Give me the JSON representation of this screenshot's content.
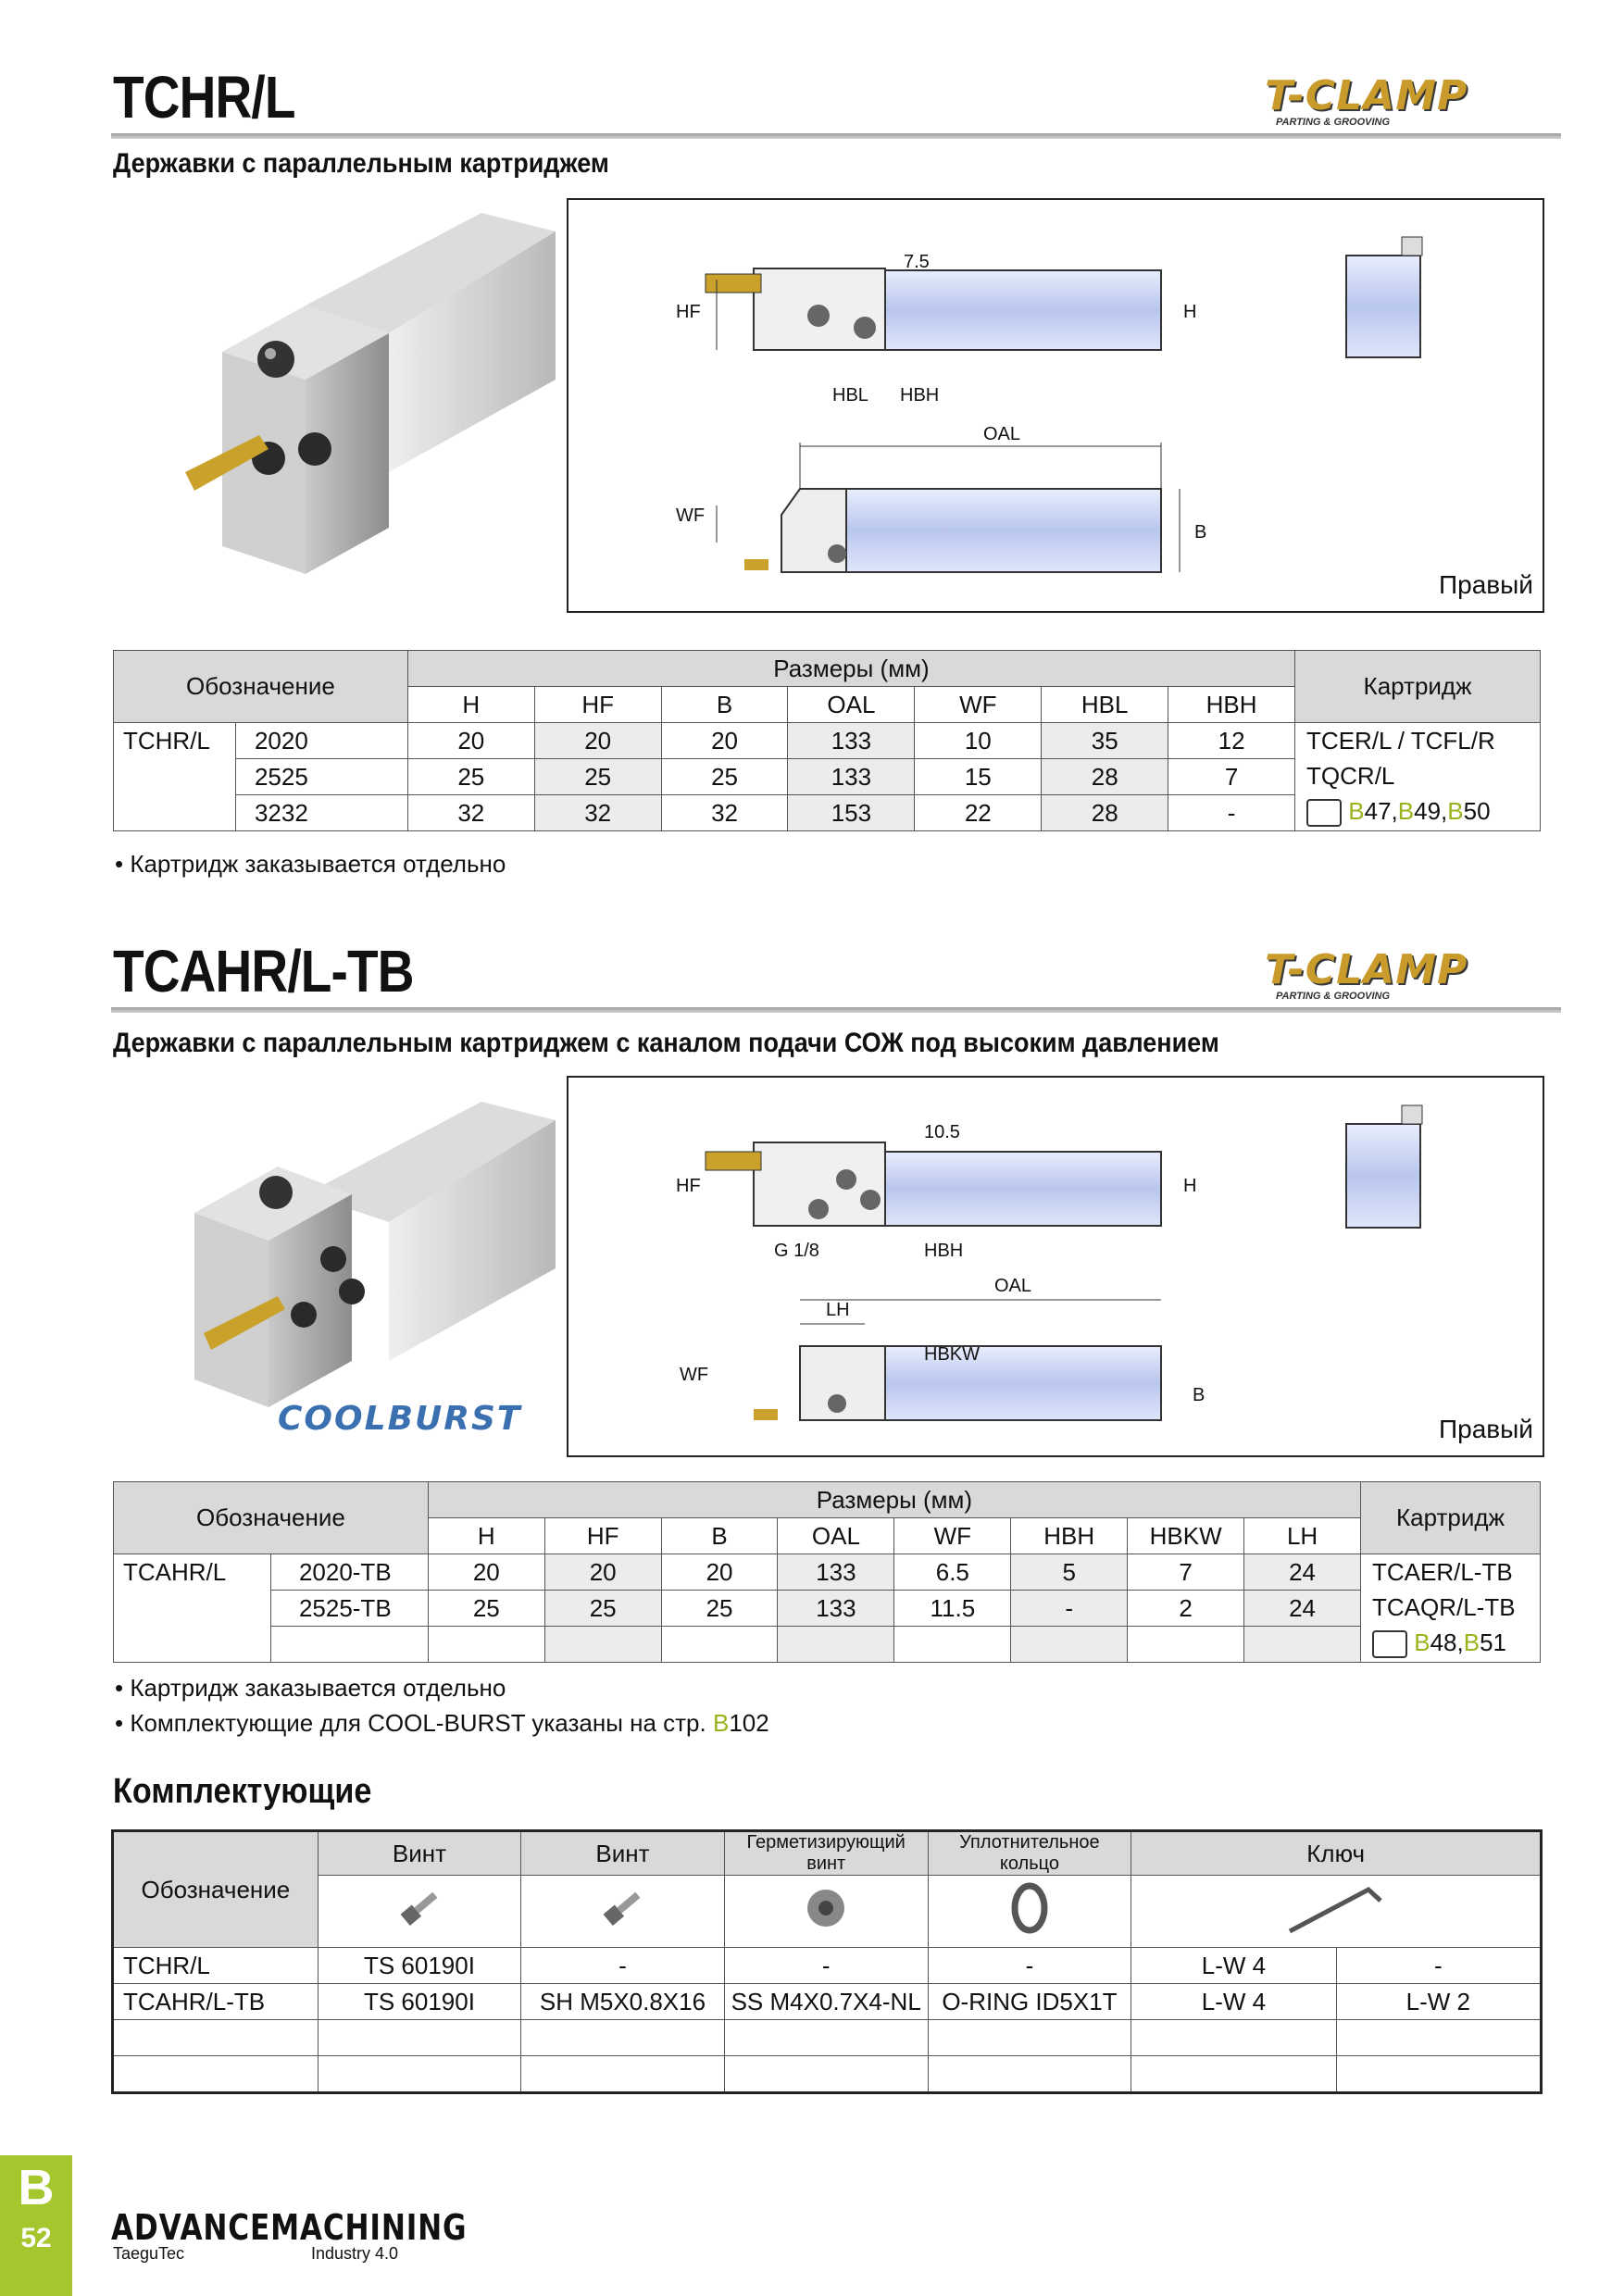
{
  "section1": {
    "title": "TCHR/L",
    "subtitle": "Державки с параллельным картриджем",
    "logo_main": "T-CLAMP",
    "logo_sub": "PARTING & GROOVING",
    "drawing_labels": {
      "dim_top": "7.5",
      "hf": "HF",
      "h": "H",
      "hbl": "HBL",
      "hbh": "HBH",
      "oal": "OAL",
      "wf": "WF",
      "b": "B",
      "hand": "Правый"
    },
    "table": {
      "designation_header": "Обозначение",
      "dims_header": "Размеры (мм)",
      "cartridge_header": "Картридж",
      "columns": [
        "H",
        "HF",
        "B",
        "OAL",
        "WF",
        "HBL",
        "HBH"
      ],
      "family": "TCHR/L",
      "rows": [
        {
          "code": "2020",
          "values": [
            "20",
            "20",
            "20",
            "133",
            "10",
            "35",
            "12"
          ]
        },
        {
          "code": "2525",
          "values": [
            "25",
            "25",
            "25",
            "133",
            "15",
            "28",
            "7"
          ]
        },
        {
          "code": "3232",
          "values": [
            "32",
            "32",
            "32",
            "153",
            "22",
            "28",
            "-"
          ]
        }
      ],
      "cartridge_lines": [
        "TCER/L / TCFL/R",
        "TQCR/L"
      ],
      "refs": [
        "B",
        "47",
        ",",
        "B",
        "49",
        ",",
        "B",
        "50"
      ]
    },
    "note": "• Картридж заказывается отдельно"
  },
  "section2": {
    "title": "TCAHR/L-TB",
    "subtitle": "Державки с параллельным картриджем с каналом подачи СОЖ под высоким давлением",
    "logo_main": "T-CLAMP",
    "logo_sub": "PARTING & GROOVING",
    "coolburst": "COOLBURST",
    "drawing_labels": {
      "dim_top": "10.5",
      "hf": "HF",
      "h": "H",
      "g": "G 1/8",
      "hbh": "HBH",
      "oal": "OAL",
      "lh": "LH",
      "hbkw": "HBKW",
      "wf": "WF",
      "b": "B",
      "hand": "Правый"
    },
    "table": {
      "designation_header": "Обозначение",
      "dims_header": "Размеры (мм)",
      "cartridge_header": "Картридж",
      "columns": [
        "H",
        "HF",
        "B",
        "OAL",
        "WF",
        "HBH",
        "HBKW",
        "LH"
      ],
      "family": "TCAHR/L",
      "rows": [
        {
          "code": "2020-TB",
          "values": [
            "20",
            "20",
            "20",
            "133",
            "6.5",
            "5",
            "7",
            "24"
          ]
        },
        {
          "code": "2525-TB",
          "values": [
            "25",
            "25",
            "25",
            "133",
            "11.5",
            "-",
            "2",
            "24"
          ]
        }
      ],
      "cartridge_lines": [
        "TCAER/L-TB",
        "TCAQR/L-TB"
      ],
      "refs": [
        "B",
        "48",
        ",",
        "B",
        "51"
      ]
    },
    "notes": [
      "• Картридж заказывается отдельно",
      "• Комплектующие для COOL-BURST указаны на стр. "
    ],
    "note_ref": {
      "prefix": "B",
      "page": "102"
    }
  },
  "accessories": {
    "title": "Комплектующие",
    "designation_header": "Обозначение",
    "columns": [
      "Винт",
      "Винт",
      "Герметизирующий винт",
      "Уплотнительное кольцо",
      "Ключ"
    ],
    "icons": [
      "screw-icon",
      "screw-icon",
      "sealing-screw-icon",
      "o-ring-icon",
      "hex-key-icon"
    ],
    "rows": [
      {
        "name": "TCHR/L",
        "values": [
          "TS 60190I",
          "-",
          "-",
          "-",
          "L-W 4",
          "-"
        ]
      },
      {
        "name": "TCAHR/L-TB",
        "values": [
          "TS 60190I",
          "SH M5X0.8X16",
          "SS M4X0.7X4-NL",
          "O-RING ID5X1T",
          "L-W 4",
          "L-W 2"
        ]
      }
    ]
  },
  "footer": {
    "tab_letter": "B",
    "page_number": "52",
    "brand_main": "ADVANCEMACHINING",
    "brand_left": "TaeguTec",
    "brand_right": "Industry 4.0"
  },
  "colors": {
    "accent_green": "#a6c62e",
    "ref_green": "#9ab31d",
    "header_gray": "#d9d9d9",
    "gold": "#c89b2a"
  }
}
